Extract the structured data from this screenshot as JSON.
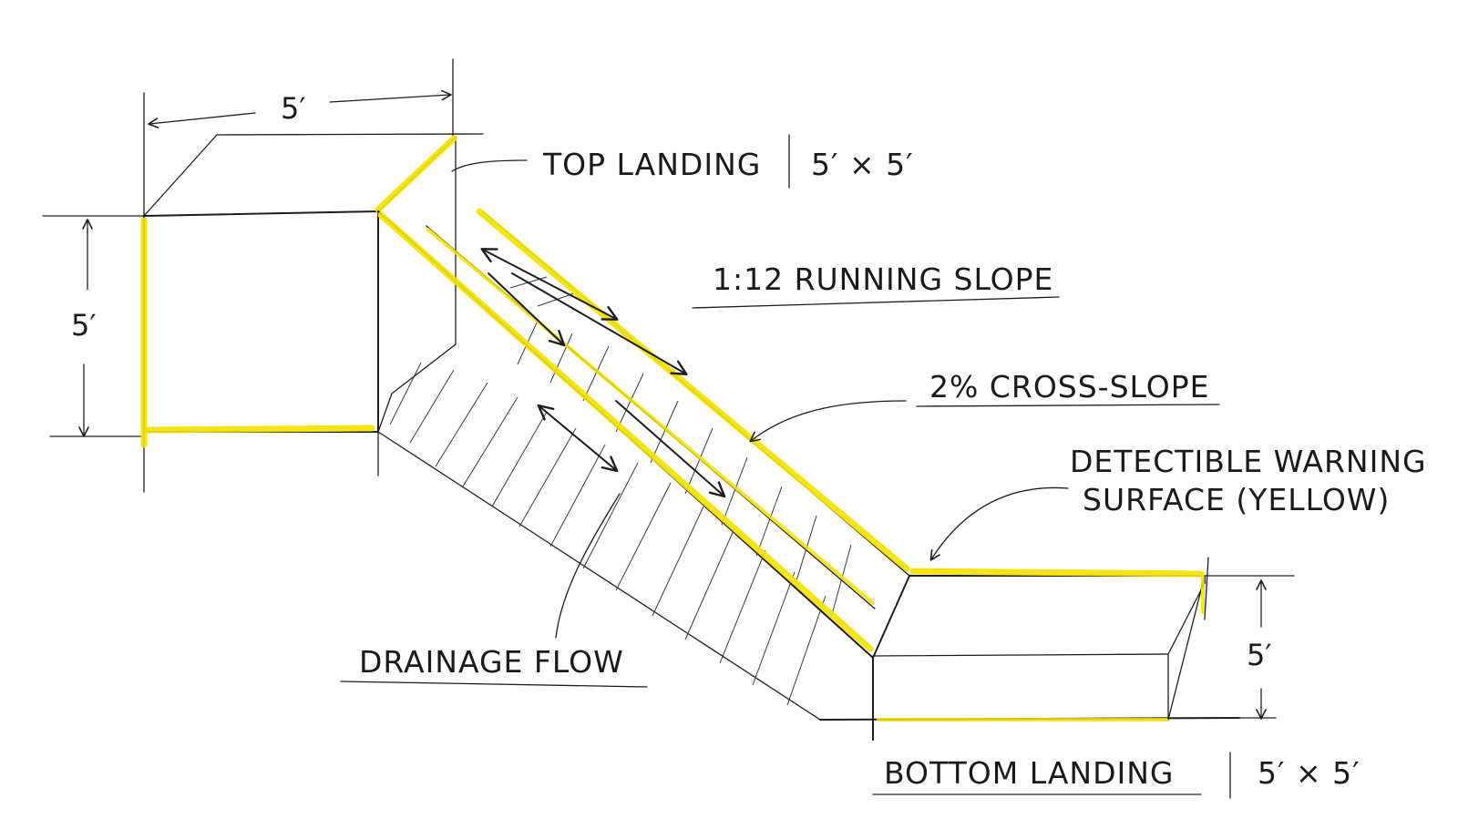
{
  "labels": {
    "top_landing": "TOP LANDING",
    "top_landing_size": "5′ × 5′",
    "running_slope": "1:12 RUNNING SLOPE",
    "cross_slope": "2% CROSS-SLOPE",
    "warning_line1": "DETECTIBLE WARNING",
    "warning_line2": "SURFACE (YELLOW)",
    "drainage": "DRAINAGE FLOW",
    "bottom_landing": "BOTTOM LANDING",
    "bottom_landing_size": "5′ × 5′"
  },
  "dimensions": {
    "top_width": "5′",
    "top_height": "5′",
    "bottom_height": "5′"
  },
  "colors": {
    "ink": "#1d1d1d",
    "highlight": "#f2e200",
    "paper": "#ffffff"
  }
}
